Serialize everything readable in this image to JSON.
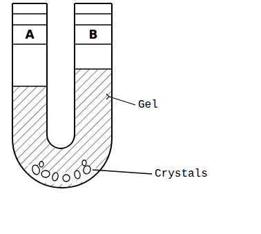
{
  "diagram": {
    "labels": [
      "A",
      "B",
      "Gel",
      "Crystals"
    ]
  }
}
